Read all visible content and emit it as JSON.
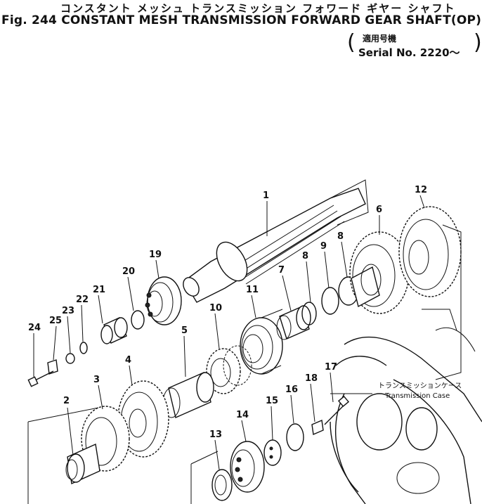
{
  "header": {
    "title_jp": "コンスタント メッシュ トランスミッション フォワード ギヤー シャフト",
    "title_en": "Fig. 244 CONSTANT MESH TRANSMISSION FORWARD GEAR SHAFT(OP)",
    "serial_jp": "適用号機",
    "serial_en": "Serial No. 2220～"
  },
  "case_label": {
    "jp": "トランスミッションケース",
    "en": "Transmission Case"
  },
  "callouts": [
    "1",
    "2",
    "3",
    "4",
    "5",
    "6",
    "7",
    "8",
    "8",
    "9",
    "10",
    "11",
    "12",
    "13",
    "14",
    "15",
    "16",
    "17",
    "18",
    "19",
    "20",
    "21",
    "22",
    "23",
    "24",
    "25"
  ]
}
